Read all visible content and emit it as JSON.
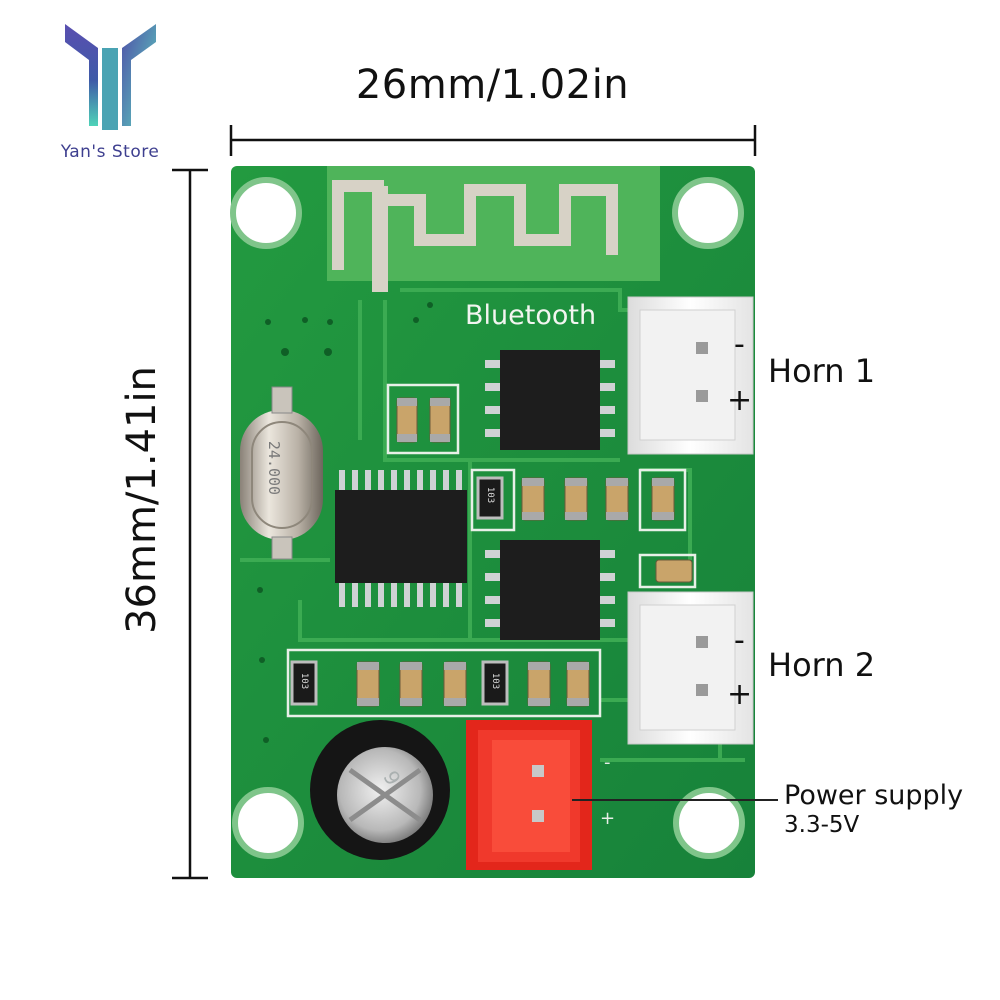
{
  "brand": {
    "store_name": "Yan's Store"
  },
  "dimensions": {
    "width_label": "26mm/1.02in",
    "height_label": "36mm/1.41in"
  },
  "board": {
    "bluetooth_label": "Bluetooth",
    "crystal_label": "24.000",
    "capacitor_label": "9",
    "resistor_code": "103",
    "silk_plus": "+",
    "silk_minus": "-"
  },
  "callouts": {
    "horn1": "Horn 1",
    "horn2": "Horn 2",
    "horn_minus": "-",
    "horn_plus": "+",
    "power_title": "Power supply",
    "power_voltage": "3.3-5V"
  },
  "colors": {
    "pcb_green": "#1f8a3a",
    "connector_red": "#e8281e",
    "logo_purple": "#4a4aa0",
    "logo_teal": "#4fd0b8"
  }
}
